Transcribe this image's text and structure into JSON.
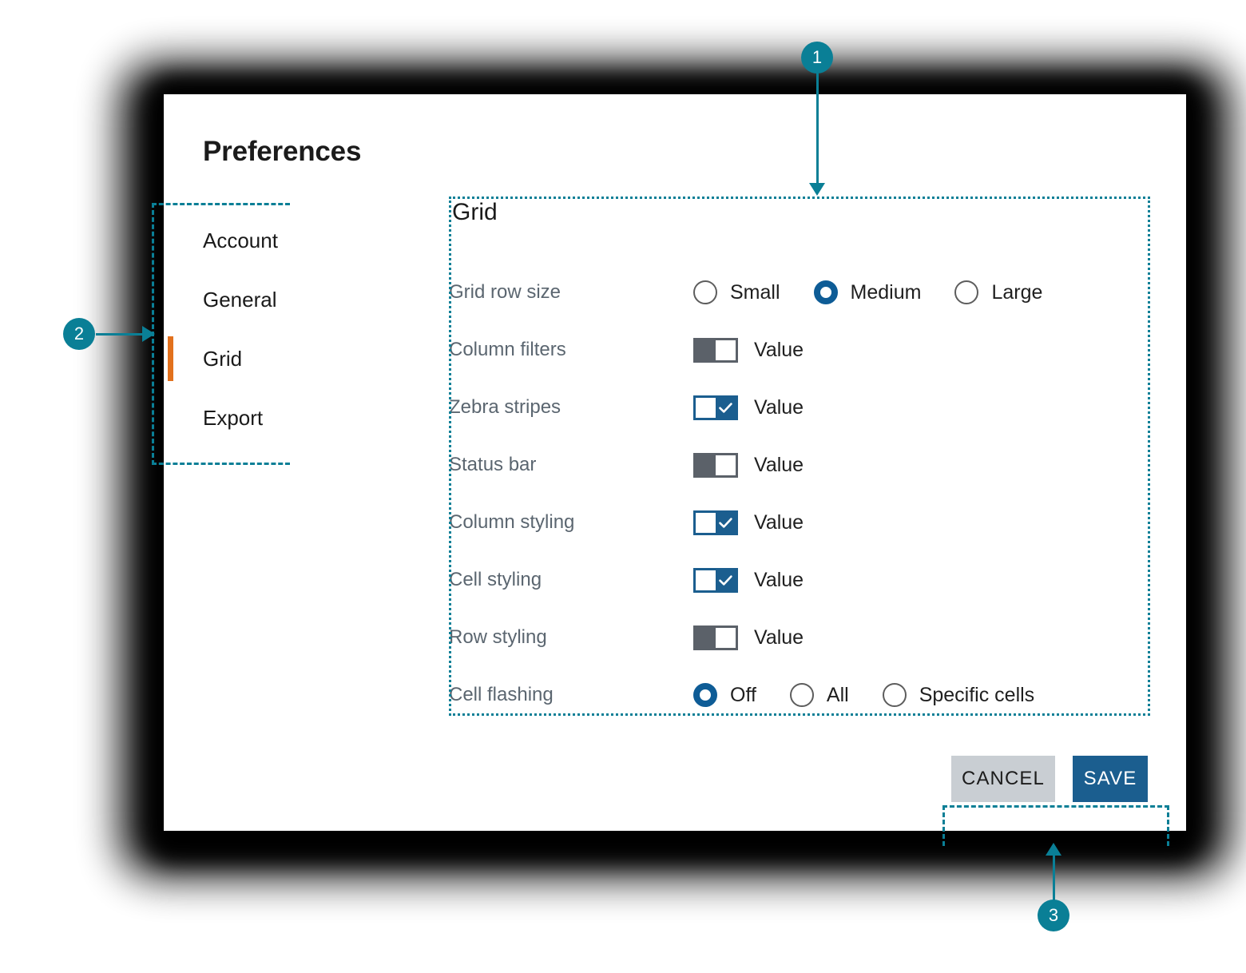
{
  "dialog": {
    "title": "Preferences"
  },
  "sidebar": {
    "items": [
      {
        "label": "Account",
        "active": false
      },
      {
        "label": "General",
        "active": false
      },
      {
        "label": "Grid",
        "active": true
      },
      {
        "label": "Export",
        "active": false
      }
    ],
    "active_indicator_color": "#e2711d"
  },
  "panel": {
    "title": "Grid",
    "rows": [
      {
        "label": "Grid row size",
        "control": "radio",
        "options": [
          {
            "label": "Small",
            "selected": false
          },
          {
            "label": "Medium",
            "selected": true
          },
          {
            "label": "Large",
            "selected": false
          }
        ]
      },
      {
        "label": "Column filters",
        "control": "toggle",
        "checked": false,
        "value_label": "Value"
      },
      {
        "label": "Zebra stripes",
        "control": "toggle",
        "checked": true,
        "value_label": "Value"
      },
      {
        "label": "Status bar",
        "control": "toggle",
        "checked": false,
        "value_label": "Value"
      },
      {
        "label": "Column styling",
        "control": "toggle",
        "checked": true,
        "value_label": "Value"
      },
      {
        "label": "Cell styling",
        "control": "toggle",
        "checked": true,
        "value_label": "Value"
      },
      {
        "label": "Row styling",
        "control": "toggle",
        "checked": false,
        "value_label": "Value"
      },
      {
        "label": "Cell flashing",
        "control": "radio",
        "options": [
          {
            "label": "Off",
            "selected": true
          },
          {
            "label": "All",
            "selected": false
          },
          {
            "label": "Specific cells",
            "selected": false
          }
        ]
      }
    ]
  },
  "footer": {
    "cancel_label": "CANCEL",
    "save_label": "SAVE"
  },
  "annotations": {
    "color": "#0a7f96",
    "callouts": [
      {
        "number": "1",
        "target": "grid-settings-panel"
      },
      {
        "number": "2",
        "target": "sidebar-navigation"
      },
      {
        "number": "3",
        "target": "dialog-footer-buttons"
      }
    ]
  },
  "colors": {
    "accent_blue": "#1b5e8f",
    "radio_blue": "#0e5c96",
    "toggle_off_gray": "#5b6169",
    "label_gray": "#5b6670",
    "cancel_gray": "#c9ced3",
    "active_orange": "#e2711d",
    "annotation_teal": "#0a7f96"
  }
}
